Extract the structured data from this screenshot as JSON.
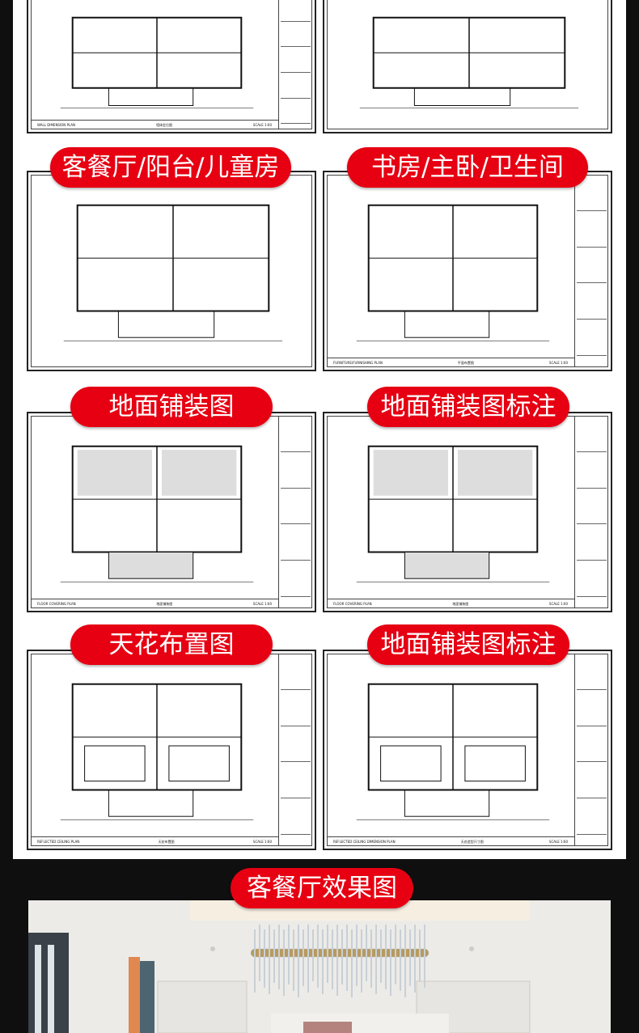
{
  "labels": {
    "living_balcony_kids": "客餐厅/阳台/儿童房",
    "study_master_bath": "书房/主卧/卫生间",
    "floor_paving": "地面铺装图",
    "floor_paving_annotated": "地面铺装图标注",
    "ceiling_layout": "天花布置图",
    "floor_paving_annotated_2": "地面铺装图标注",
    "living_render": "客餐厅效果图"
  },
  "drawings": [
    {
      "caption": "WALL DIMENSION PLAN",
      "title": "墙体定位图",
      "scale": "SCALE 1:60"
    },
    {
      "caption": "",
      "title": "",
      "scale": ""
    },
    {
      "caption": "",
      "title": "",
      "scale": ""
    },
    {
      "caption": "FURNITURE/FURNISHING PLAN",
      "title": "平面布置图",
      "scale": "SCALE 1:60"
    },
    {
      "caption": "FLOOR COVERING PLAN",
      "title": "地面铺装图",
      "scale": "SCALE 1:60"
    },
    {
      "caption": "FLOOR COVERING PLAN",
      "title": "地面铺装图",
      "scale": "SCALE 1:60"
    },
    {
      "caption": "REFLECTED CEILING PLAN",
      "title": "天花布置图",
      "scale": "SCALE 1:60"
    },
    {
      "caption": "REFLECTED CEILING DIMENSION PLAN",
      "title": "天花造型尺寸图",
      "scale": "SCALE 1:60"
    }
  ],
  "colors": {
    "pill": "#e60012",
    "background": "#0f0f0f"
  }
}
